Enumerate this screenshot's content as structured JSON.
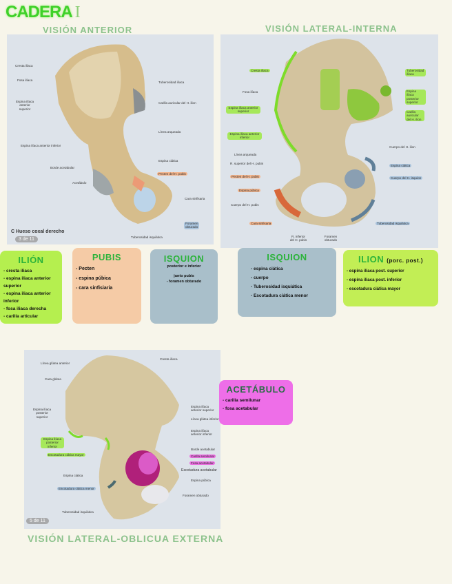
{
  "title": {
    "text": "CADERA",
    "number": "I"
  },
  "captions": {
    "anterior": "VISIÓN ANTERIOR",
    "lateral_interna": "VISIÓN LATERAL-INTERNA",
    "lateral_externa": "VISIÓN LATERAL-OBLICUA EXTERNA"
  },
  "image1": {
    "figure_title": "C Hueso coxal derecho",
    "page_badge": "3 de 11",
    "labels": [
      "Cresta ilíaca",
      "Fosa ilíaca",
      "Espina ilíaca anterior superior",
      "Tuberosidad ilíaca",
      "Carilla auricular del H. ilion",
      "Línea arqueada",
      "Espina ilíaca anterior inferior",
      "Espina ciática",
      "Borde acetabular",
      "Pecten del H. pubis",
      "Acetábulo",
      "Cara sinfisaria",
      "Foramen obturado",
      "Tuberosidad isquiática"
    ]
  },
  "image2": {
    "labels": [
      "Cresta ilíaca",
      "Fosa ilíaca",
      "Espina ilíaca anterior superior",
      "Espina ilíaca anterior inferior",
      "Línea arqueada",
      "R. superior del H. pubis",
      "Pecten del H. pubis",
      "Espina púbica",
      "Cuerpo del H. pubis",
      "Cara sinfisaria",
      "R. inferior del H. pubis",
      "Foramen obturado",
      "Tuberosidad ilíaca",
      "Espina ilíaca posterior superior",
      "Carilla auricular del H. ilion",
      "Cuerpo del H. ilion",
      "Espina ciática",
      "Cuerpo del H. isquion",
      "Tuberosidad isquiática"
    ]
  },
  "image3": {
    "page_badge": "5 de 11",
    "labels": [
      "Línea glútea anterior",
      "Cara glútea",
      "Cresta ilíaca",
      "Espina ilíaca posterior superior",
      "Espina ilíaca anterior superior",
      "Línea glútea inferior",
      "Espina ilíaca anterior inferior",
      "Espina ilíaca posterior inferior",
      "Escotadura ciática mayor",
      "Borde acetabular",
      "Carilla semilunar",
      "Fosa acetabular",
      "Escotadura acetabular",
      "Espina púbica",
      "Espina ciática",
      "Escotadura ciática menor",
      "Foramen obturado",
      "Tuberosidad isquiática"
    ]
  },
  "notes": [
    {
      "title": "ILIÓN",
      "color": "#b5ef4f",
      "items": [
        "- cresta iliaca",
        "- espina iliaca anterior superior",
        "- espina iliaca anterior inferior",
        "- fosa iliaca derecha",
        "- carilla articular"
      ]
    },
    {
      "title": "PUBIS",
      "color": "#f5cba6",
      "items": [
        "- Pecten",
        "- espina púbica",
        "- cara sinfisiaria"
      ]
    },
    {
      "title": "ISQUION",
      "color": "#a9bfca",
      "subtitle": "posterior e inferior",
      "items": [
        "junto pubis",
        "- foramen obturado"
      ]
    },
    {
      "title": "ISQUION",
      "color": "#a9bfca",
      "items": [
        "- espina ciática",
        "- cuerpo",
        "- Tuberosidad isquiática",
        "- Escotadura ciática menor"
      ]
    },
    {
      "title": "ILION",
      "subtitle": "(porc. post.)",
      "color": "#c2ee55",
      "items": [
        "- espina iliaca post. superior",
        "- espina iliaca post. inferior",
        "- escotadura ciática mayor"
      ]
    },
    {
      "title": "ACETÁBULO",
      "color": "#ee6ee8",
      "title_color": "#2f6b4a",
      "items": [
        "- carilla semilunar",
        "- fosa acetabular"
      ]
    }
  ],
  "colors": {
    "title": "#3fd12a",
    "captions": "#8cc28c",
    "bone": "#d9c49a",
    "ilion_highlight": "#8ed43a",
    "pubis_highlight": "#e07a4a",
    "isquion_highlight": "#7f96aa",
    "acetabulo_highlight": "#d83fcf"
  }
}
